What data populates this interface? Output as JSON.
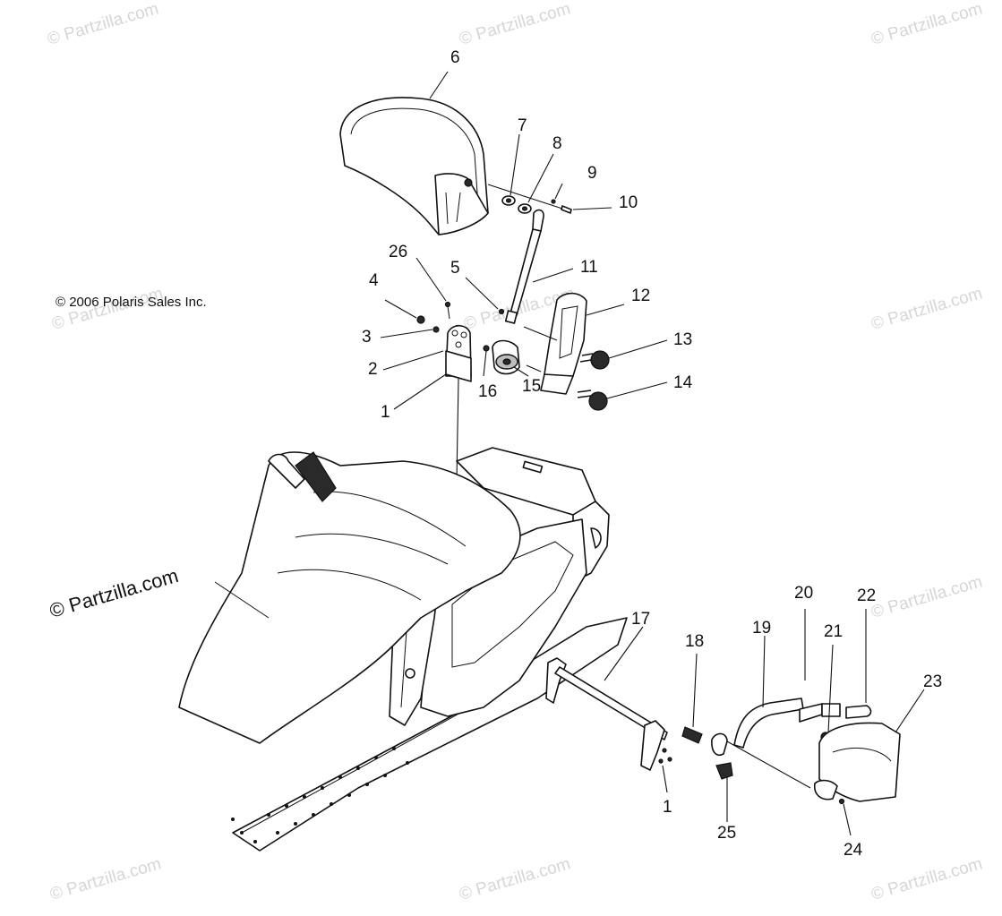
{
  "copyright": "© 2006 Polaris Sales Inc.",
  "brand_watermark": "© Partzilla.com",
  "faint_watermark": "© Partzilla.com",
  "callouts": {
    "c1a": "1",
    "c1b": "1",
    "c2": "2",
    "c3": "3",
    "c4": "4",
    "c5": "5",
    "c6": "6",
    "c7": "7",
    "c8": "8",
    "c9": "9",
    "c10": "10",
    "c11": "11",
    "c12": "12",
    "c13": "13",
    "c14": "14",
    "c15": "15",
    "c16": "16",
    "c17": "17",
    "c18": "18",
    "c19": "19",
    "c20": "20",
    "c21": "21",
    "c22": "22",
    "c23": "23",
    "c24": "24",
    "c25": "25",
    "c26": "26"
  }
}
